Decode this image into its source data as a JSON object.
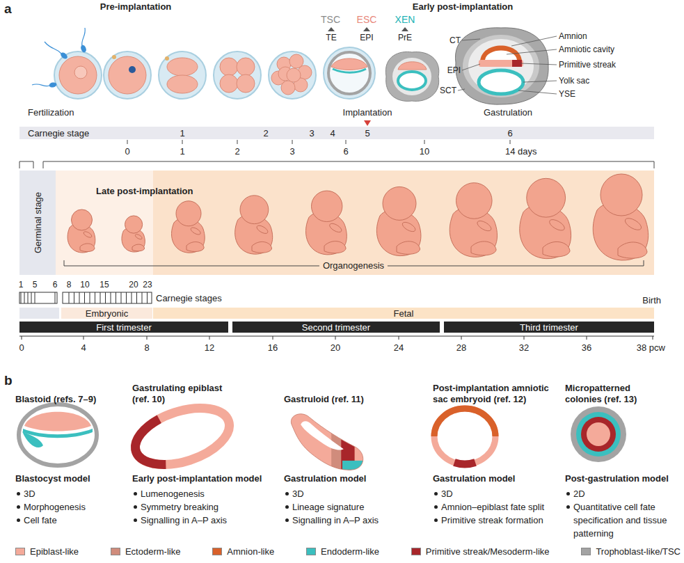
{
  "diagram": {
    "nodes": [
      {
        "text": [
          "Carnegie stage"
        ]
      },
      {
        "text": [
          "Germinal stage"
        ]
      },
      {
        "text": [
          "Late post-implantation",
          "Organogenesis"
        ]
      },
      {
        "text": [
          "Embryonic"
        ]
      },
      {
        "text": [
          "Fetal"
        ]
      },
      {
        "text": [
          "First trimester"
        ]
      },
      {
        "text": [
          "Second trimester"
        ]
      },
      {
        "text": [
          "Third trimester"
        ]
      },
      {
        "text": [
          "Blastoid (refs. 7–9)",
          "Blastocyst model",
          "3D",
          "Morphogenesis",
          "Cell fate"
        ]
      },
      {
        "text": [
          "Gastrulating epiblast (ref. 10)",
          "Early post-implantation model",
          "Lumenogenesis",
          "Symmetry breaking",
          "Signalling in A–P axis"
        ]
      },
      {
        "text": [
          "Gastruloid (ref. 11)",
          "Gastrulation model",
          "3D",
          "Lineage signature",
          "Signalling in A–P axis"
        ]
      },
      {
        "text": [
          "Post-implantation amniotic sac embryoid (ref. 12)",
          "Gastrulation model",
          "3D",
          "Amnion–epiblast fate split",
          "Primitive streak formation"
        ]
      },
      {
        "text": [
          "Micropatterned colonies (ref. 13)",
          "Post-gastrulation model",
          "2D",
          "Quantitative cell fate specification and tissue patterning"
        ]
      }
    ],
    "labels": [
      "a",
      "Pre-implantation",
      "Early post-implantation",
      "TSC",
      "ESC",
      "XEN",
      "TE",
      "EPI",
      "PrE",
      "CT",
      "Amnion",
      "Amniotic cavity",
      "EPI",
      "Primitive streak",
      "Yolk sac",
      "SCT",
      "YSE",
      "Fertilization",
      "Implantation",
      "Gastrulation",
      "1",
      "2",
      "3",
      "4",
      "5",
      "6",
      "0",
      "1",
      "2",
      "3",
      "6",
      "10",
      "14 days",
      "1",
      "5",
      "6",
      "8",
      "10",
      "15",
      "20",
      "23",
      "Carnegie stages",
      "Birth",
      "0",
      "4",
      "8",
      "12",
      "16",
      "20",
      "24",
      "28",
      "32",
      "36",
      "38 pcw",
      "b"
    ],
    "legend": [
      {
        "text": "Epiblast-like",
        "color": "#f4aa9a"
      },
      {
        "text": "Ectoderm-like",
        "color": "#d08c7c"
      },
      {
        "text": "Amnion-like",
        "color": "#d9612a"
      },
      {
        "text": "Endoderm-like",
        "color": "#3bbfbf"
      },
      {
        "text": "Primitive streak/Mesoderm-like",
        "color": "#a8262a"
      },
      {
        "text": "Trophoblast-like/TSC",
        "color": "#a3a3a3"
      }
    ]
  }
}
